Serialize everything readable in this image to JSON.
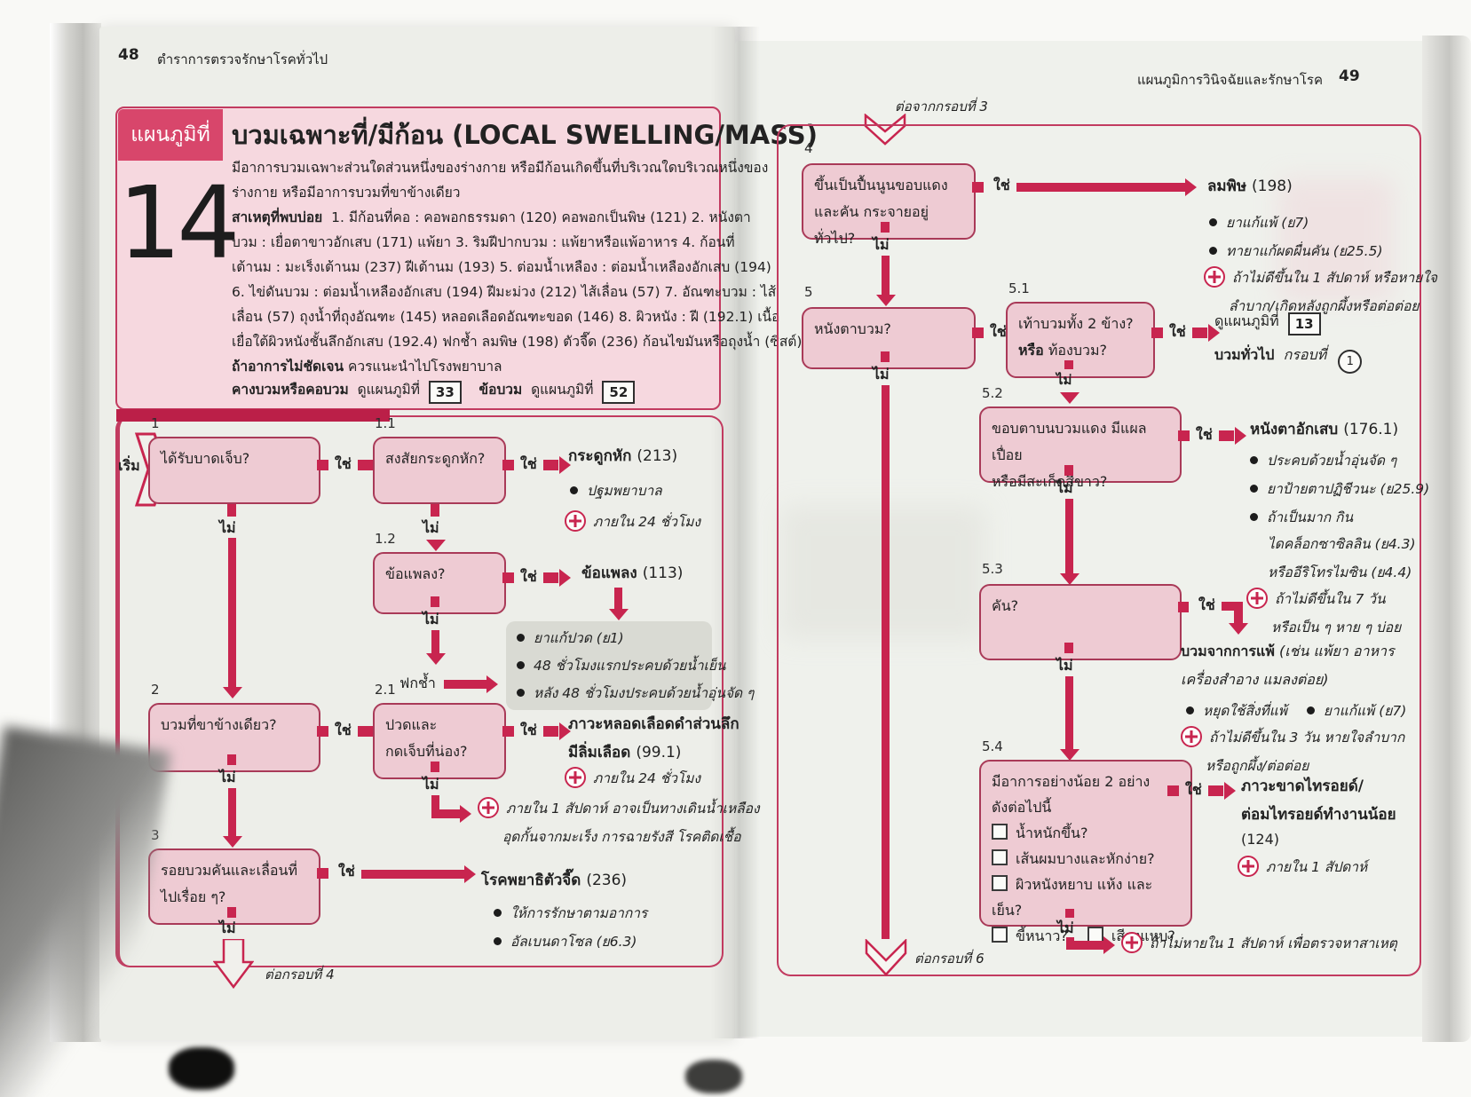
{
  "book": {
    "left_page_number": "48",
    "left_header": "ตำราการตรวจรักษาโรคทั่วไป",
    "right_header": "แผนภูมิการวินิจฉัยและรักษาโรค",
    "right_page_number": "49"
  },
  "labels": {
    "yes": "ใช่",
    "no": "ไม่",
    "start": "เริ่ม",
    "bruise": "ฟกช้ำ",
    "exit_left": "ต่อกรอบที่ 4",
    "entry_right": "ต่อจากกรอบที่ 3",
    "exit_right": "ต่อกรอบที่ 6"
  },
  "title_block": {
    "chart_label": "แผนภูมิที่",
    "chart_number": "14",
    "heading": "บวมเฉพาะที่/มีก้อน (LOCAL SWELLING/MASS)",
    "intro": [
      "มีอาการบวมเฉพาะส่วนใดส่วนหนึ่งของร่างกาย หรือมีก้อนเกิดขึ้นที่บริเวณใดบริเวณหนึ่งของ",
      "ร่างกาย หรือมีอาการบวมที่ขาข้างเดียว"
    ],
    "causes_label": "สาเหตุที่พบบ่อย",
    "causes_lines": [
      "1. มีก้อนที่คอ : คอพอกธรรมดา (120)  คอพอกเป็นพิษ (121)  2. หนังตา",
      "บวม : เยื่อตาขาวอักเสบ (171) แพ้ยา  3. ริมฝีปากบวม : แพ้ยาหรือแพ้อาหาร  4. ก้อนที่",
      "เต้านม : มะเร็งเต้านม (237)  ฝีเต้านม (193)  5. ต่อมน้ำเหลือง : ต่อมน้ำเหลืองอักเสบ (194)",
      "6. ไข่ดันบวม : ต่อมน้ำเหลืองอักเสบ (194)  ฝีมะม่วง (212)  ไส้เลื่อน (57)  7. อัณฑะบวม : ไส้",
      "เลื่อน (57)  ถุงน้ำที่ถุงอัณฑะ (145)  หลอดเลือดอัณฑะขอด (146) 8. ผิวหนัง : ฝี (192.1)  เนื้อ",
      "เยื่อใต้ผิวหนังชั้นลึกอักเสบ (192.4)  ฟกช้ำ ลมพิษ (198)  ตัวจี๊ด (236)  ก้อนไขมันหรือถุงน้ำ (ซิสต์)"
    ],
    "unclear_bold": "ถ้าอาการไม่ชัดเจน",
    "unclear_rest": "ควรแนะนำไปโรงพยาบาล",
    "ref1_bold": "คางบวมหรือคอบวม",
    "ref_see": "ดูแผนภูมิที่",
    "ref1_num": "33",
    "ref2_bold": "ข้อบวม",
    "ref2_num": "52"
  },
  "flow_left": {
    "n1": {
      "num": "1",
      "q": "ได้รับบาดเจ็บ?"
    },
    "n1_1": {
      "num": "1.1",
      "q": "สงสัยกระดูกหัก?"
    },
    "o_fracture": {
      "title": "กระดูกหัก",
      "code": "(213)",
      "b1": "ปฐมพยาบาล",
      "plus": "ภายใน 24 ชั่วโมง"
    },
    "n1_2": {
      "num": "1.2",
      "q": "ข้อแพลง?"
    },
    "o_sprain": {
      "title": "ข้อแพลง",
      "code": "(113)"
    },
    "gray_box": {
      "b1": "ยาแก้ปวด (ย1)",
      "b2": "48 ชั่วโมงแรกประคบด้วยน้ำเย็น",
      "b3": "หลัง 48 ชั่วโมงประคบด้วยน้ำอุ่นจัด ๆ"
    },
    "n2": {
      "num": "2",
      "q": "บวมที่ขาข้างเดียว?"
    },
    "n2_1": {
      "num": "2.1",
      "q1": "ปวดและ",
      "q2": "กดเจ็บที่น่อง?"
    },
    "o_dvt": {
      "title1": "ภาวะหลอดเลือดดำส่วนลึก",
      "title2": "มีลิ่มเลือด",
      "code": "(99.1)",
      "plus": "ภายใน 24 ชั่วโมง"
    },
    "note_lymph": {
      "line1": "ภายใน 1 สัปดาห์ อาจเป็นทางเดินน้ำเหลือง",
      "line2": "อุดกั้นจากมะเร็ง การฉายรังสี โรคติดเชื้อ"
    },
    "n3": {
      "num": "3",
      "q1": "รอยบวมคันและเลื่อนที่",
      "q2": "ไปเรื่อย ๆ?"
    },
    "o_gnathostoma": {
      "title": "โรคพยาธิตัวจี๊ด",
      "code": "(236)",
      "b1": "ให้การรักษาตามอาการ",
      "b2": "อัลเบนดาโซล (ย6.3)"
    }
  },
  "flow_right": {
    "n4": {
      "num": "4",
      "q1": "ขึ้นเป็นปื้นนูนขอบแดง",
      "q2": "และคัน กระจายอยู่ทั่วไป?"
    },
    "o_urticaria": {
      "title": "ลมพิษ",
      "code": "(198)",
      "b1": "ยาแก้แพ้ (ย7)",
      "b2": "ทายาแก้ผดผื่นคัน (ย25.5)",
      "plus1": "ถ้าไม่ดีขึ้นใน 1 สัปดาห์ หรือหายใจ",
      "plus2": "ลำบาก/เกิดหลังถูกผึ้งหรือต่อต่อย"
    },
    "n5": {
      "num": "5",
      "q": "หนังตาบวม?"
    },
    "n5_1": {
      "num": "5.1",
      "q1": "เท้าบวมทั้ง 2 ข้าง?",
      "q2_bold": "หรือ",
      "q2_rest": "ท้องบวม?"
    },
    "o_chart13": {
      "see": "ดูแผนภูมิที่",
      "num": "13",
      "name": "บวมทั่วไป",
      "frame": "กรอบที่",
      "frame_num": "1"
    },
    "n5_2": {
      "num": "5.2",
      "q1": "ขอบตาบนบวมแดง มีแผลเปื่อย",
      "q2": "หรือมีสะเก็ดสีขาว?"
    },
    "o_blepharitis": {
      "title": "หนังตาอักเสบ",
      "code": "(176.1)",
      "b1": "ประคบด้วยน้ำอุ่นจัด ๆ",
      "b2": "ยาป้ายตาปฏิชีวนะ (ย25.9)",
      "b3a": "ถ้าเป็นมาก กิน",
      "b3b": "ไดคล็อกซาซิลลิน (ย4.3)",
      "b3c": "หรืออีริโทรไมซิน (ย4.4)",
      "plus1": "ถ้าไม่ดีขึ้นใน 7 วัน",
      "plus2": "หรือเป็น ๆ หาย ๆ บ่อย"
    },
    "n5_3": {
      "num": "5.3",
      "q": "คัน?"
    },
    "o_allergy": {
      "title": "บวมจากการแพ้",
      "paren1": "(เช่น แพ้ยา อาหาร",
      "paren2": "เครื่องสำอาง แมลงต่อย)",
      "b1": "หยุดใช้สิ่งที่แพ้",
      "b2": "ยาแก้แพ้ (ย7)",
      "plus1": "ถ้าไม่ดีขึ้นใน 3 วัน หายใจลำบาก",
      "plus2": "หรือถูกผึ้ง/ต่อต่อย"
    },
    "n5_4": {
      "num": "5.4",
      "q1": "มีอาการอย่างน้อย 2 อย่าง",
      "q2": "ดังต่อไปนี้",
      "c1": "น้ำหนักขึ้น?",
      "c2": "เส้นผมบางและหักง่าย?",
      "c3": "ผิวหนังหยาบ แห้ง และเย็น?",
      "c4": "ขี้หนาว?",
      "c5": "เสียงแหบ?"
    },
    "o_hypothyroid": {
      "title1": "ภาวะขาดไทรอยด์/",
      "title2": "ต่อมไทรอยด์ทำงานน้อย",
      "code": "(124)",
      "plus": "ภายใน 1 สัปดาห์"
    },
    "note_recheck": "ถ้าไม่หายใน 1 สัปดาห์ เพื่อตรวจหาสาเหตุ"
  },
  "colors": {
    "accent": "#c8254f",
    "box_fill": "#eecbd3",
    "box_border": "#a93a58",
    "panel_fill": "#f6d8df",
    "gray_box": "#d9dad3"
  }
}
